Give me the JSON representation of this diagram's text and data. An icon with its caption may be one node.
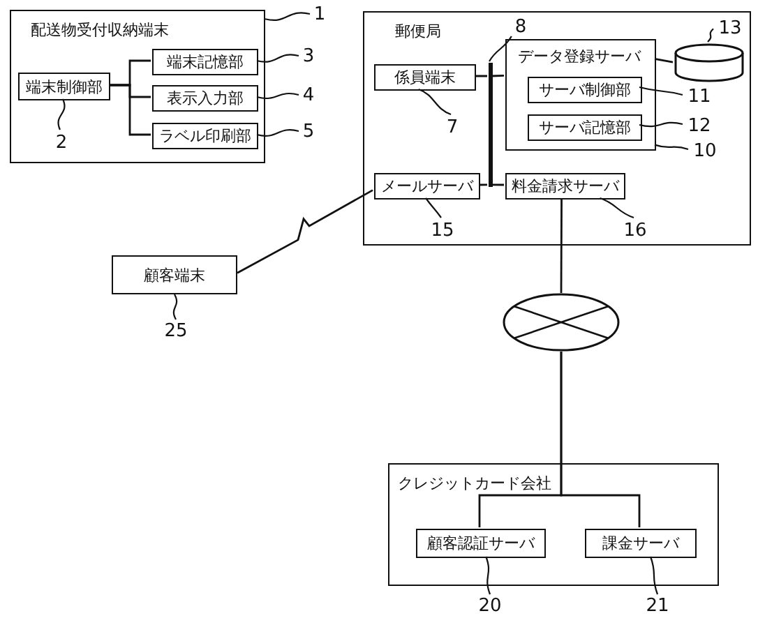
{
  "diagram": {
    "nodes": [
      {
        "text": [
          "配送物受付収納端末"
        ]
      },
      {
        "text": [
          "端末制御部"
        ],
        "in": 0
      },
      {
        "text": [
          "端末記憶部"
        ],
        "in": 0
      },
      {
        "text": [
          "表示入力部"
        ],
        "in": 0
      },
      {
        "text": [
          "ラベル印刷部"
        ],
        "in": 0
      },
      {
        "text": [
          "郵便局"
        ]
      },
      {
        "text": [
          "係員端末"
        ],
        "in": 5
      },
      {
        "text": [
          "データ登録サーバ"
        ],
        "in": 5
      },
      {
        "text": [
          "サーバ制御部"
        ],
        "in": 7
      },
      {
        "text": [
          "サーバ記憶部"
        ],
        "in": 7
      },
      {
        "text": [],
        "shape": "cylinder",
        "in": 5
      },
      {
        "text": [
          "メールサーバ"
        ],
        "in": 5
      },
      {
        "text": [
          "料金請求サーバ"
        ],
        "in": 5
      },
      {
        "text": [
          "顧客端末"
        ]
      },
      {
        "text": [],
        "shape": "ellipse"
      },
      {
        "text": [
          "クレジットカード会社"
        ]
      },
      {
        "text": [
          "顧客認証サーバ"
        ],
        "in": 15
      },
      {
        "text": [
          "課金サーバ"
        ],
        "in": 15
      },
      {
        "text": [
          "1"
        ]
      },
      {
        "text": [
          "2"
        ],
        "in": 0
      },
      {
        "text": [
          "3"
        ]
      },
      {
        "text": [
          "4"
        ]
      },
      {
        "text": [
          "5"
        ]
      },
      {
        "text": [
          "8"
        ],
        "in": 5
      },
      {
        "text": [
          "7"
        ],
        "in": 5
      },
      {
        "text": [
          "13"
        ],
        "in": 5
      },
      {
        "text": [
          "11"
        ],
        "in": 5
      },
      {
        "text": [
          "12"
        ],
        "in": 5
      },
      {
        "text": [
          "10"
        ],
        "in": 5
      },
      {
        "text": [
          "15"
        ],
        "in": 5
      },
      {
        "text": [
          "16"
        ],
        "in": 5
      },
      {
        "text": [
          "25"
        ]
      },
      {
        "text": [
          "20"
        ]
      },
      {
        "text": [
          "21"
        ]
      },
      {
        "text": [],
        "shape": "bar",
        "in": 5
      }
    ],
    "edges": [
      {
        "from": 1,
        "to": 2,
        "arrow": "none"
      },
      {
        "from": 1,
        "to": 3,
        "arrow": "none"
      },
      {
        "from": 1,
        "to": 4,
        "arrow": "none"
      },
      {
        "from": 6,
        "to": 34,
        "arrow": "none"
      },
      {
        "from": 7,
        "to": 34,
        "arrow": "none"
      },
      {
        "from": 11,
        "to": 34,
        "arrow": "none"
      },
      {
        "from": 12,
        "to": 34,
        "arrow": "none"
      },
      {
        "from": 7,
        "to": 10,
        "arrow": "none"
      },
      {
        "from": 11,
        "to": 13,
        "arrow": "none"
      },
      {
        "from": 12,
        "to": 14,
        "arrow": "none"
      },
      {
        "from": 14,
        "to": 16,
        "arrow": "none"
      },
      {
        "from": 14,
        "to": 17,
        "arrow": "none"
      },
      {
        "from": 18,
        "to": 0,
        "arrow": "none"
      },
      {
        "from": 19,
        "to": 1,
        "arrow": "none"
      },
      {
        "from": 20,
        "to": 2,
        "arrow": "none"
      },
      {
        "from": 21,
        "to": 3,
        "arrow": "none"
      },
      {
        "from": 22,
        "to": 4,
        "arrow": "none"
      },
      {
        "from": 23,
        "to": 34,
        "arrow": "none"
      },
      {
        "from": 24,
        "to": 6,
        "arrow": "none"
      },
      {
        "from": 25,
        "to": 10,
        "arrow": "none"
      },
      {
        "from": 26,
        "to": 8,
        "arrow": "none"
      },
      {
        "from": 27,
        "to": 9,
        "arrow": "none"
      },
      {
        "from": 28,
        "to": 7,
        "arrow": "none"
      },
      {
        "from": 29,
        "to": 11,
        "arrow": "none"
      },
      {
        "from": 30,
        "to": 12,
        "arrow": "none"
      },
      {
        "from": 31,
        "to": 13,
        "arrow": "none"
      },
      {
        "from": 32,
        "to": 16,
        "arrow": "none"
      },
      {
        "from": 33,
        "to": 17,
        "arrow": "none"
      }
    ]
  }
}
